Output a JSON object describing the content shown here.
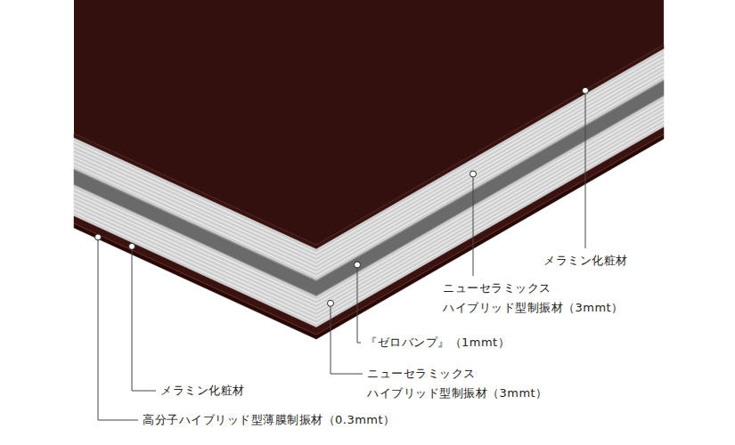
{
  "diagram": {
    "labels": [
      "メラミン化粧材",
      "ニューセラミックス ハイブリッド型制振材（3mmt）",
      "『ゼロバンプ』（1mmt）",
      "ニューセラミックス ハイブリッド型制振材（3mmt）",
      "メラミン化粧材",
      "高分子ハイブリッド型薄膜制振材（0.3mmt）"
    ]
  }
}
